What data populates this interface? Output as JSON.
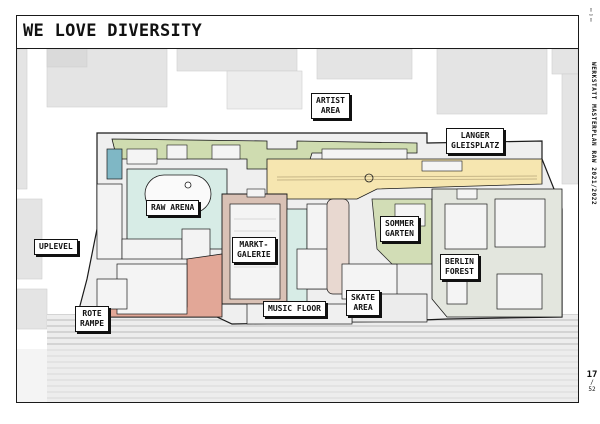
{
  "page": {
    "title": "WE LOVE DIVERSITY",
    "side_text": "WERKSTATT MASTERPLAN RAW 2021/2022",
    "page_current": "17",
    "page_separator": "/",
    "page_total": "52"
  },
  "labels": {
    "artist_area_1": "ARTIST",
    "artist_area_2": "AREA",
    "langer_1": "LANGER",
    "langer_2": "GLEISPLATZ",
    "raw_arena": "RAW ARENA",
    "markt_1": "MARKT-",
    "markt_2": "GALERIE",
    "sommer_1": "SOMMER",
    "sommer_2": "GARTEN",
    "uplevel": "UPLEVEL",
    "berlin_1": "BERLIN",
    "berlin_2": "FOREST",
    "skate_1": "SKATE",
    "skate_2": "AREA",
    "music_floor": "MUSIC FLOOR",
    "rote_1": "ROTE",
    "rote_2": "RAMPE"
  },
  "colors": {
    "green": "#cfdcb0",
    "yellow": "#f6e6b0",
    "teal": "#d7ece6",
    "brown": "#d9c1b5",
    "salmon": "#e2a797",
    "grey": "#e4e4e4",
    "outline": "#1a1a1a"
  }
}
